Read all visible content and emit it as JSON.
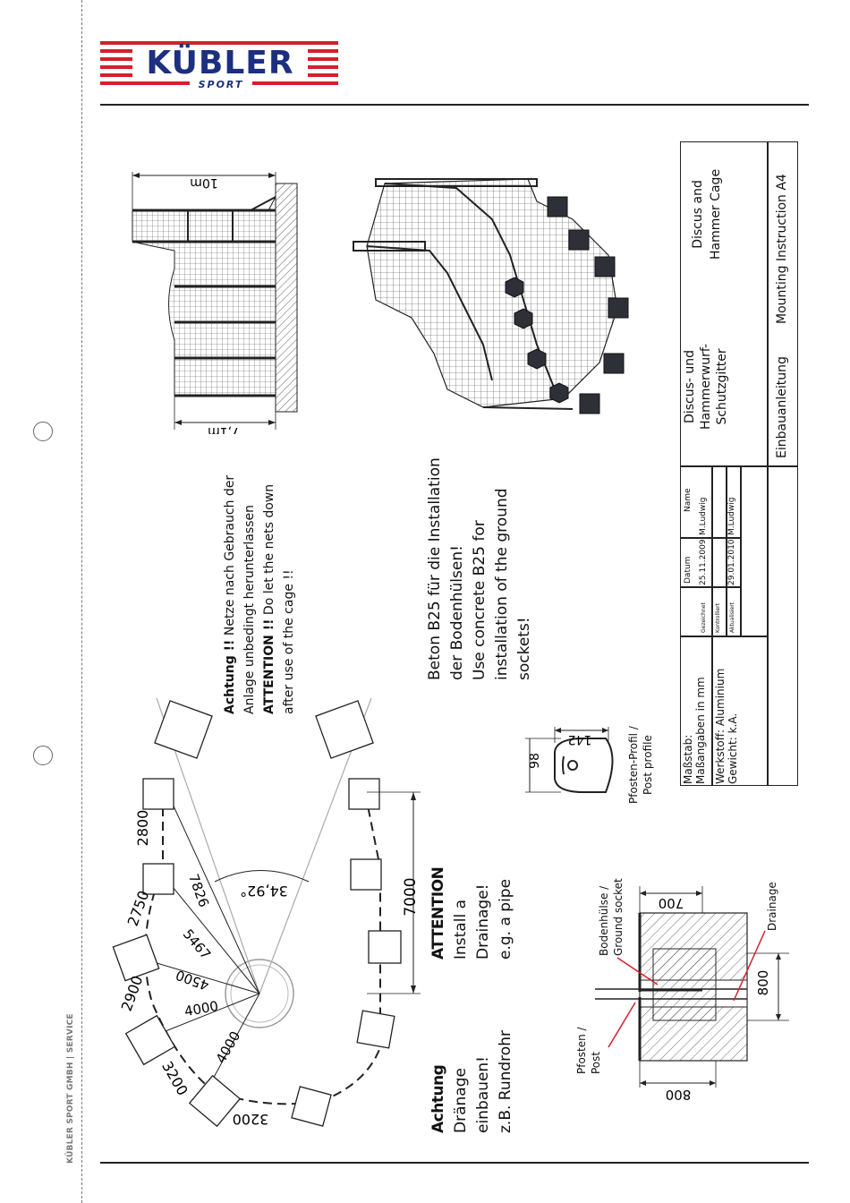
{
  "logo": {
    "name": "KÜBLER",
    "tagline": "SPORT"
  },
  "side_label": "KÜBLER SPORT GMBH | SERVICE",
  "notes": {
    "attention_nets": [
      {
        "bold": "Achtung !!",
        "text": " Netze nach Gebrauch der"
      },
      {
        "bold": "",
        "text": "Anlage unbedingt herunterlassen"
      },
      {
        "bold": "ATTENTION !!",
        "text": " Do let the nets down"
      },
      {
        "bold": "",
        "text": "after use of the cage  !!"
      }
    ],
    "concrete": [
      "Beton B25 für die Installation",
      "der Bodenhülsen!",
      "Use concrete B25 for",
      "installation of the ground",
      "sockets!"
    ],
    "drainage_en": {
      "title": "ATTENTION",
      "lines": [
        "Install a",
        "Drainage!",
        "e.g. a pipe"
      ]
    },
    "drainage_de": {
      "title": "Achtung",
      "lines": [
        "Dränage",
        "einbauen!",
        "z.B. Rundrohr"
      ]
    }
  },
  "side_view": {
    "width_label": "10m",
    "height_label": "7,1m"
  },
  "plan": {
    "dims": [
      "2800",
      "2750",
      "2900",
      "3200",
      "3200",
      "7826",
      "5467",
      "4500",
      "4000",
      "4000",
      "7000"
    ],
    "angle": "34,92°"
  },
  "profile": {
    "label_de": "Pfosten-Profil /",
    "label_en": "Post profile",
    "dim_w": "142",
    "dim_h": "98"
  },
  "socket": {
    "label_socket_de": "Bodenhülse /",
    "label_socket_en": "Ground socket",
    "label_post_de": "Pfosten /",
    "label_post_en": "Post",
    "label_drainage": "Drainage",
    "dim_top": "700",
    "dim_bottom": "800",
    "dim_depth": "800"
  },
  "title_block": {
    "scale_label": "Maßstab:",
    "units": "Maßangaben in mm",
    "material": "Werkstoff:  Aluminium",
    "weight": "Gewicht: k.A.",
    "col_date": "Datum",
    "col_name": "Name",
    "rows": [
      {
        "label": "Gezeichnet",
        "date": "25.11.2009",
        "name": "M.Ludwig"
      },
      {
        "label": "Kontrolliert",
        "date": "",
        "name": ""
      },
      {
        "label": "Aktualisiert",
        "date": "29.01.2010",
        "name": "M.Ludwig"
      }
    ],
    "title_de_1": "Discus- und",
    "title_de_2": "Hammerwurf-",
    "title_de_3": "Schutzgitter",
    "title_en_1": "Discus and",
    "title_en_2": "Hammer Cage",
    "doc_de": "Einbauanleitung",
    "doc_en": "Mounting Instruction A4"
  }
}
